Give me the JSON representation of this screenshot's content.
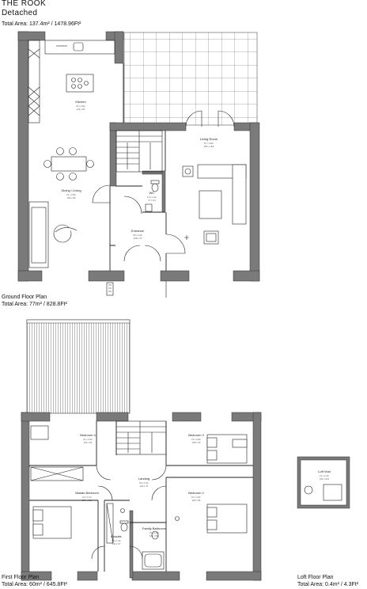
{
  "header": {
    "title": "THE ROOK",
    "subtitle": "Detached",
    "total_area": "Total Area: 137.4m² / 1478.96Ft²"
  },
  "ground_floor": {
    "caption": "Ground Floor Plan",
    "area": "Total Area: 77m² / 828.8Ft²",
    "rooms": [
      {
        "name": "Kitchen",
        "dims": [
          "3'1 x 2.8m",
          "10'2 x 9'2"
        ]
      },
      {
        "name": "Dining / Living",
        "dims": [
          "4'1 x 2.9m",
          "13'4 x 9'6"
        ]
      },
      {
        "name": "Living Room",
        "dims": [
          "5'7 x 4.8m",
          "18'5 x 15'8"
        ]
      },
      {
        "name": "WC",
        "dims": [
          "1'4 x 1.3m",
          "4'7 x 4'3"
        ]
      },
      {
        "name": "Entrance",
        "dims": [
          "3'3 x 2.2m",
          "10'8 x 7'2"
        ]
      }
    ]
  },
  "first_floor": {
    "caption": "First Floor Plan",
    "area": "Total Area: 60m² / 645.8Ft²",
    "rooms": [
      {
        "name": "Bedroom 4",
        "dims": [
          "3'1 x 2.5m",
          "10'2 x 8'2"
        ]
      },
      {
        "name": "Bedroom 3",
        "dims": [
          "3'3 x 2.8m",
          "10'8 x 9'2"
        ]
      },
      {
        "name": "Landing",
        "dims": [
          "4'4 x 1.4m",
          "14'4 x 4'7"
        ]
      },
      {
        "name": "Master Bedroom",
        "dims": [
          "4'2 x 2.7m",
          "13'9 x 8'10"
        ]
      },
      {
        "name": "Bedroom 2",
        "dims": [
          "3'7 x 2.6m",
          "11'8 x 8'6"
        ]
      },
      {
        "name": "Family Bathroom",
        "dims": [
          "2'1 x 1.8m",
          "6'11 x 5'11"
        ]
      },
      {
        "name": "Ensuite",
        "dims": [
          "1'8 x 1.4m",
          "5'11 x 4'7"
        ]
      }
    ]
  },
  "loft_floor": {
    "caption": "Loft Floor Plan",
    "area": "Total Area: 0.4m² / 4.3Ft²",
    "rooms": [
      {
        "name": "Loft Void",
        "dims": [
          "2'1 x 2.1m",
          "6'11 x 6'11"
        ]
      }
    ]
  },
  "colors": {
    "wall": "#7a7a7a",
    "wall_edge": "#333333",
    "line": "#222222"
  }
}
